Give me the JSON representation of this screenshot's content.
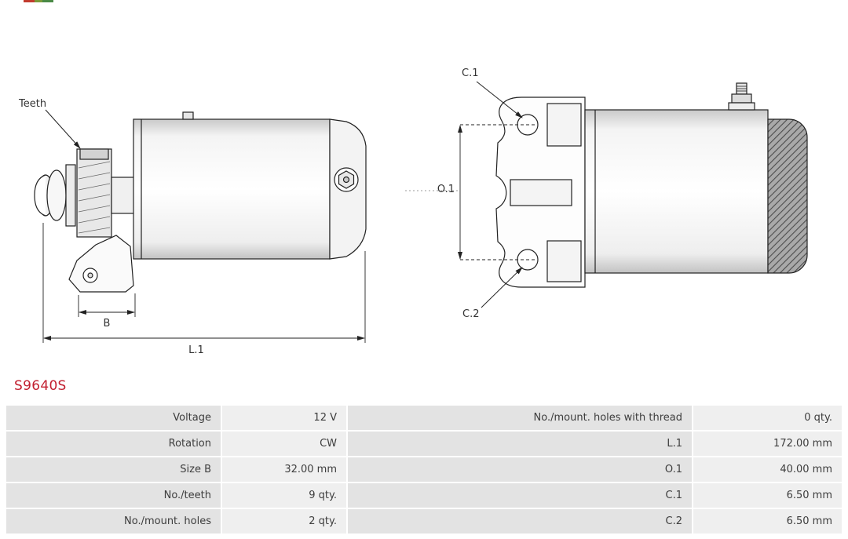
{
  "brand": {
    "part_number": "S9640S",
    "accent_color": "#c22030"
  },
  "diagram": {
    "labels": {
      "teeth": "Teeth",
      "b": "B",
      "l1": "L.1",
      "o1": "O.1",
      "c1": "C.1",
      "c2": "C.2"
    }
  },
  "spec_table": {
    "rows": [
      {
        "left_label": "Voltage",
        "left_value": "12 V",
        "right_label": "No./mount. holes with thread",
        "right_value": "0 qty."
      },
      {
        "left_label": "Rotation",
        "left_value": "CW",
        "right_label": "L.1",
        "right_value": "172.00 mm"
      },
      {
        "left_label": "Size B",
        "left_value": "32.00 mm",
        "right_label": "O.1",
        "right_value": "40.00 mm"
      },
      {
        "left_label": "No./teeth",
        "left_value": "9 qty.",
        "right_label": "C.1",
        "right_value": "6.50 mm"
      },
      {
        "left_label": "No./mount. holes",
        "left_value": "2 qty.",
        "right_label": "C.2",
        "right_value": "6.50 mm"
      }
    ]
  }
}
